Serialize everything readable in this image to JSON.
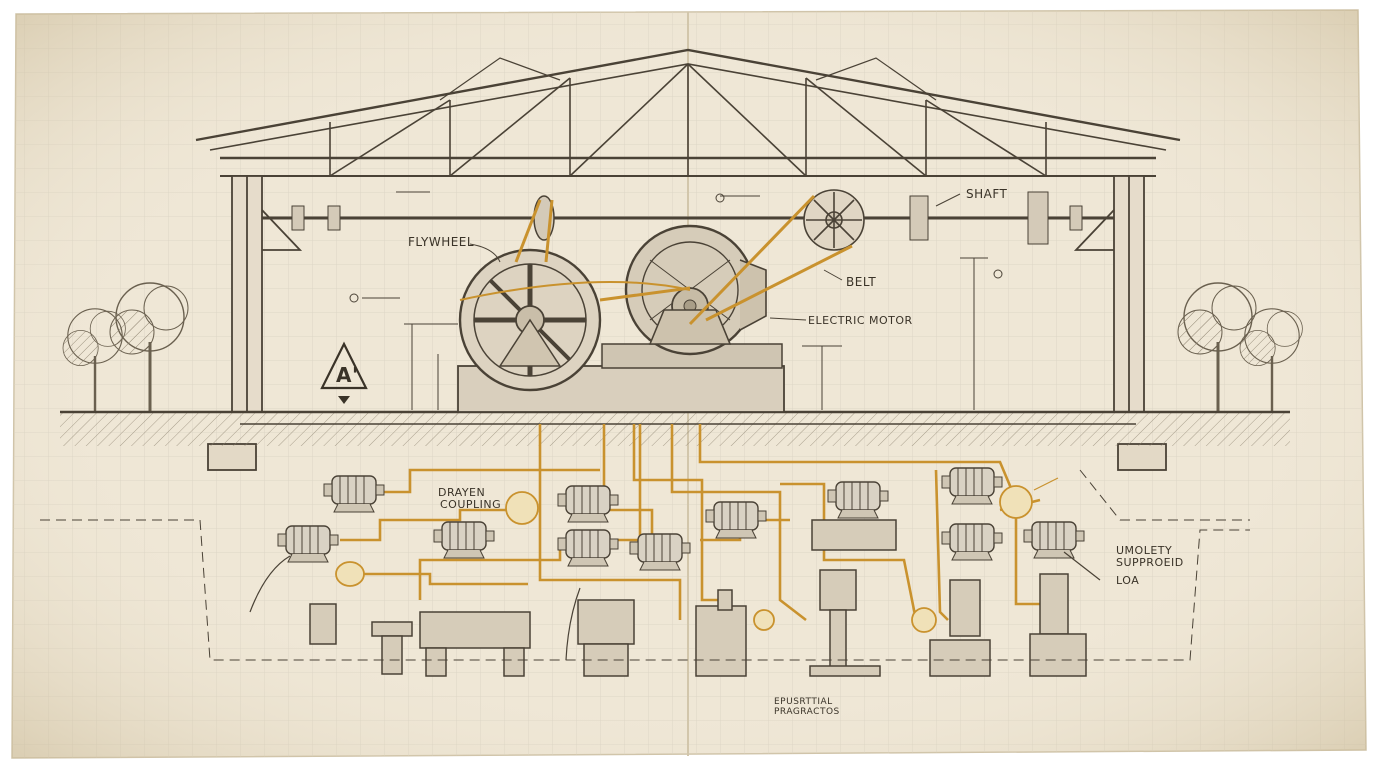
{
  "labels": {
    "flywheel": "FLYWHEEL",
    "shaft": "SHAFT",
    "belt": "BELT",
    "electric_motor": "ELECTRIC MOTOR",
    "coupling_a": "DRAYEN",
    "coupling_b": "COUPLING",
    "right_note_a": "UMOLETY",
    "right_note_b": "SUPPROEID",
    "right_note_c": "LOA",
    "bottom_note_a": "EPUSRTTIAL",
    "bottom_note_b": "PRAGRACTOS",
    "datum_mark": "A'"
  },
  "colors": {
    "paper": "#efe7d6",
    "ink": "#4a4236",
    "belt": "#c9922e",
    "grid": "#d9d2c2"
  }
}
